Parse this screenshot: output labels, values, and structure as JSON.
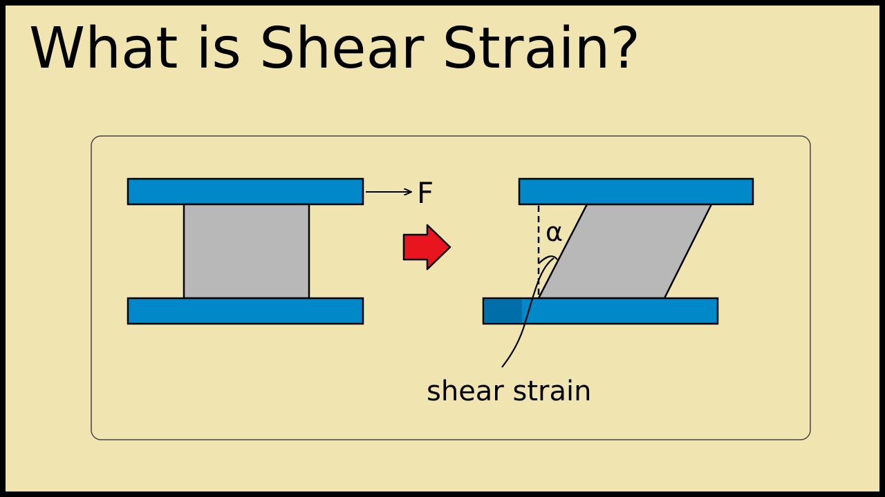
{
  "title": "What is Shear Strain?",
  "labels": {
    "force": "F",
    "angle": "α",
    "shear_strain": "shear strain"
  },
  "colors": {
    "background": "#f0e4b0",
    "plate": "#0088c8",
    "plate_shadow": "#006ea8",
    "block": "#b8b8b8",
    "arrow": "#e8141e",
    "stroke": "#000000",
    "frame": "#444444"
  }
}
